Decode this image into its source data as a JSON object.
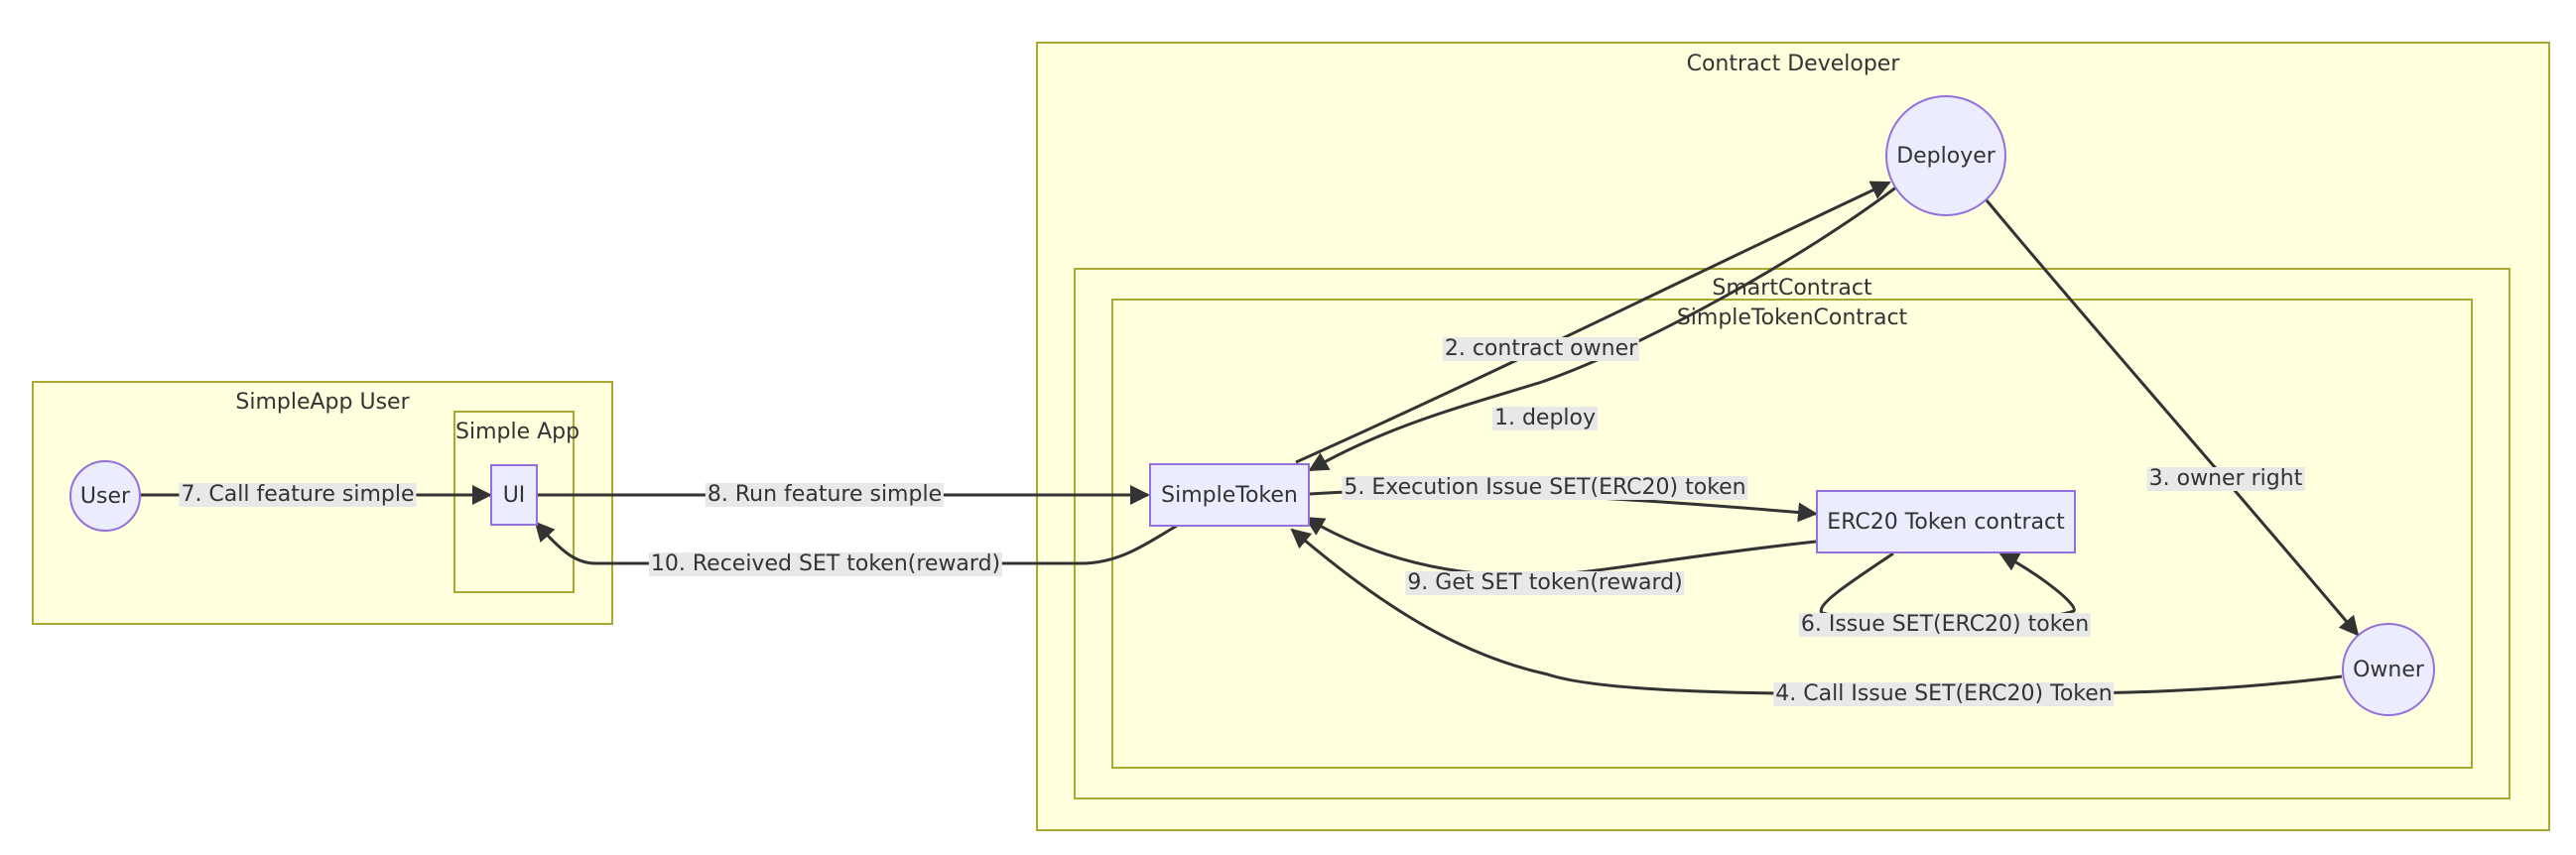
{
  "diagram": {
    "colors": {
      "cluster_fill": "#ffffde",
      "cluster_border": "#aaaa33",
      "node_fill": "#ececff",
      "node_border": "#9370db",
      "edge": "#333333",
      "edge_label_bg": "#e8e8e8"
    },
    "clusters": {
      "simpleapp_user": "SimpleApp User",
      "simple_app": "Simple App",
      "contract_developer": "Contract Developer",
      "smart_contract": "SmartContract",
      "simple_token_contract": "SimpleTokenContract"
    },
    "nodes": {
      "user": "User",
      "ui": "UI",
      "simple_token": "SimpleToken",
      "erc20": "ERC20 Token contract",
      "deployer": "Deployer",
      "owner": "Owner"
    },
    "edges": [
      {
        "from": "deployer",
        "to": "simple_token",
        "label": "1. deploy"
      },
      {
        "from": "simple_token",
        "to": "deployer",
        "label": "2. contract owner"
      },
      {
        "from": "deployer",
        "to": "owner",
        "label": "3. owner right"
      },
      {
        "from": "owner",
        "to": "simple_token",
        "label": "4. Call Issue SET(ERC20) Token"
      },
      {
        "from": "simple_token",
        "to": "erc20",
        "label": "5. Execution Issue SET(ERC20) token"
      },
      {
        "from": "erc20",
        "to": "erc20",
        "label": "6. Issue SET(ERC20) token"
      },
      {
        "from": "user",
        "to": "ui",
        "label": "7. Call feature simple"
      },
      {
        "from": "ui",
        "to": "simple_token",
        "label": "8. Run feature simple"
      },
      {
        "from": "erc20",
        "to": "simple_token",
        "label": "9. Get SET token(reward)"
      },
      {
        "from": "simple_token",
        "to": "ui",
        "label": "10. Received SET token(reward)"
      }
    ]
  }
}
